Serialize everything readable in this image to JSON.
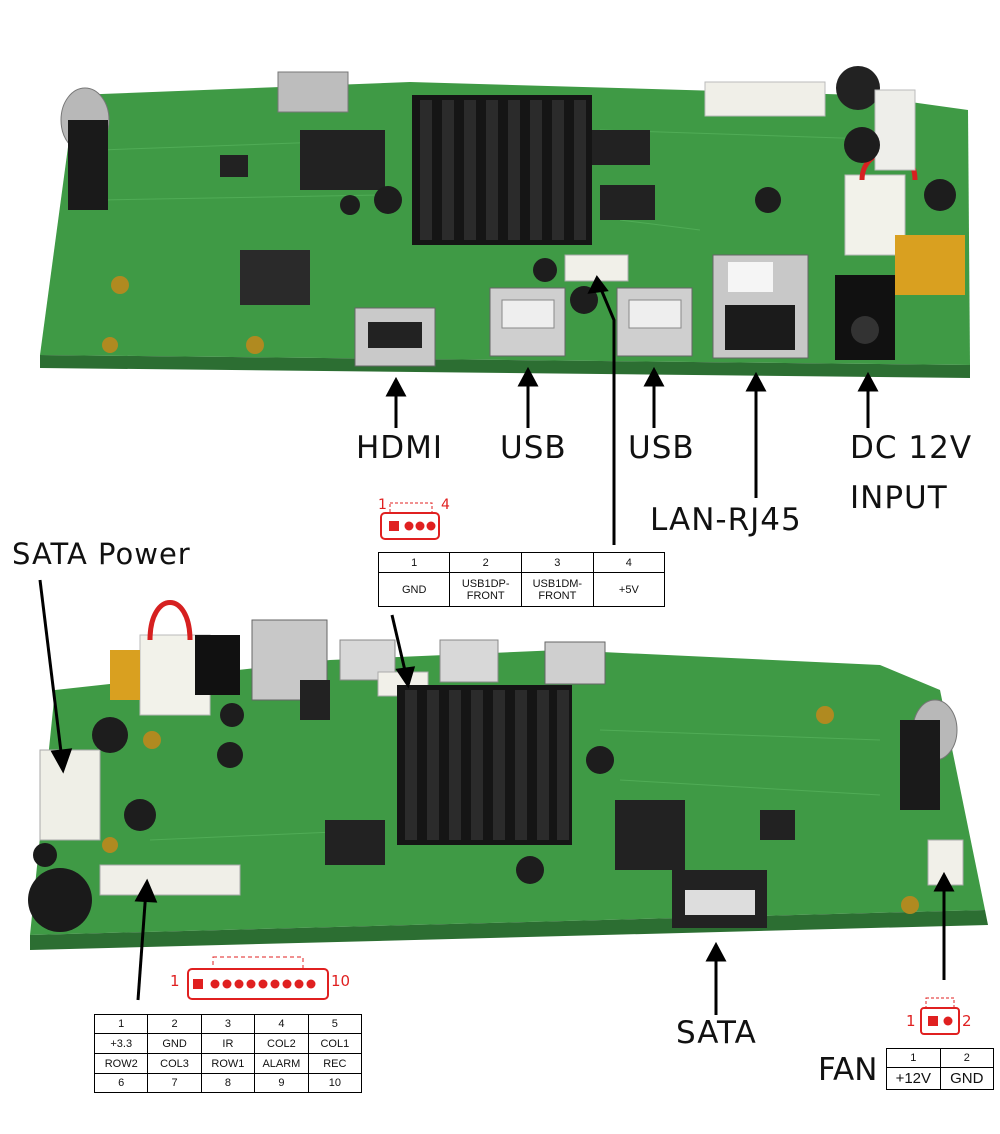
{
  "top": {
    "labels": {
      "hdmi": "HDMI",
      "usb_left": "USB",
      "usb_right": "USB",
      "lan": "LAN-RJ45",
      "dc_line1": "DC 12V",
      "dc_line2": "INPUT"
    },
    "usb_header": {
      "pin_start": "1",
      "pin_end": "4",
      "pins": [
        "1",
        "2",
        "3",
        "4"
      ],
      "signals": [
        "GND",
        "USB1DP-\nFRONT",
        "USB1DM-\nFRONT",
        "+5V"
      ]
    }
  },
  "bottom": {
    "labels": {
      "sata_power": "SATA Power",
      "sata": "SATA",
      "fan": "FAN"
    },
    "front_header": {
      "pin_start": "1",
      "pin_end": "10",
      "row1": [
        "1",
        "2",
        "3",
        "4",
        "5"
      ],
      "row2": [
        "+3.3",
        "GND",
        "IR",
        "COL2",
        "COL1"
      ],
      "row3": [
        "ROW2",
        "COL3",
        "ROW1",
        "ALARM",
        "REC"
      ],
      "row4": [
        "6",
        "7",
        "8",
        "9",
        "10"
      ]
    },
    "fan_header": {
      "pin_start": "1",
      "pin_end": "2",
      "pins": [
        "1",
        "2"
      ],
      "signals": [
        "+12V",
        "GND"
      ]
    }
  },
  "colors": {
    "pcb_green": "#3f9a45",
    "pcb_dark": "#2c7a35",
    "heatsink": "#151515",
    "connector_red": "#e02020",
    "metal": "#c8c8c8"
  }
}
